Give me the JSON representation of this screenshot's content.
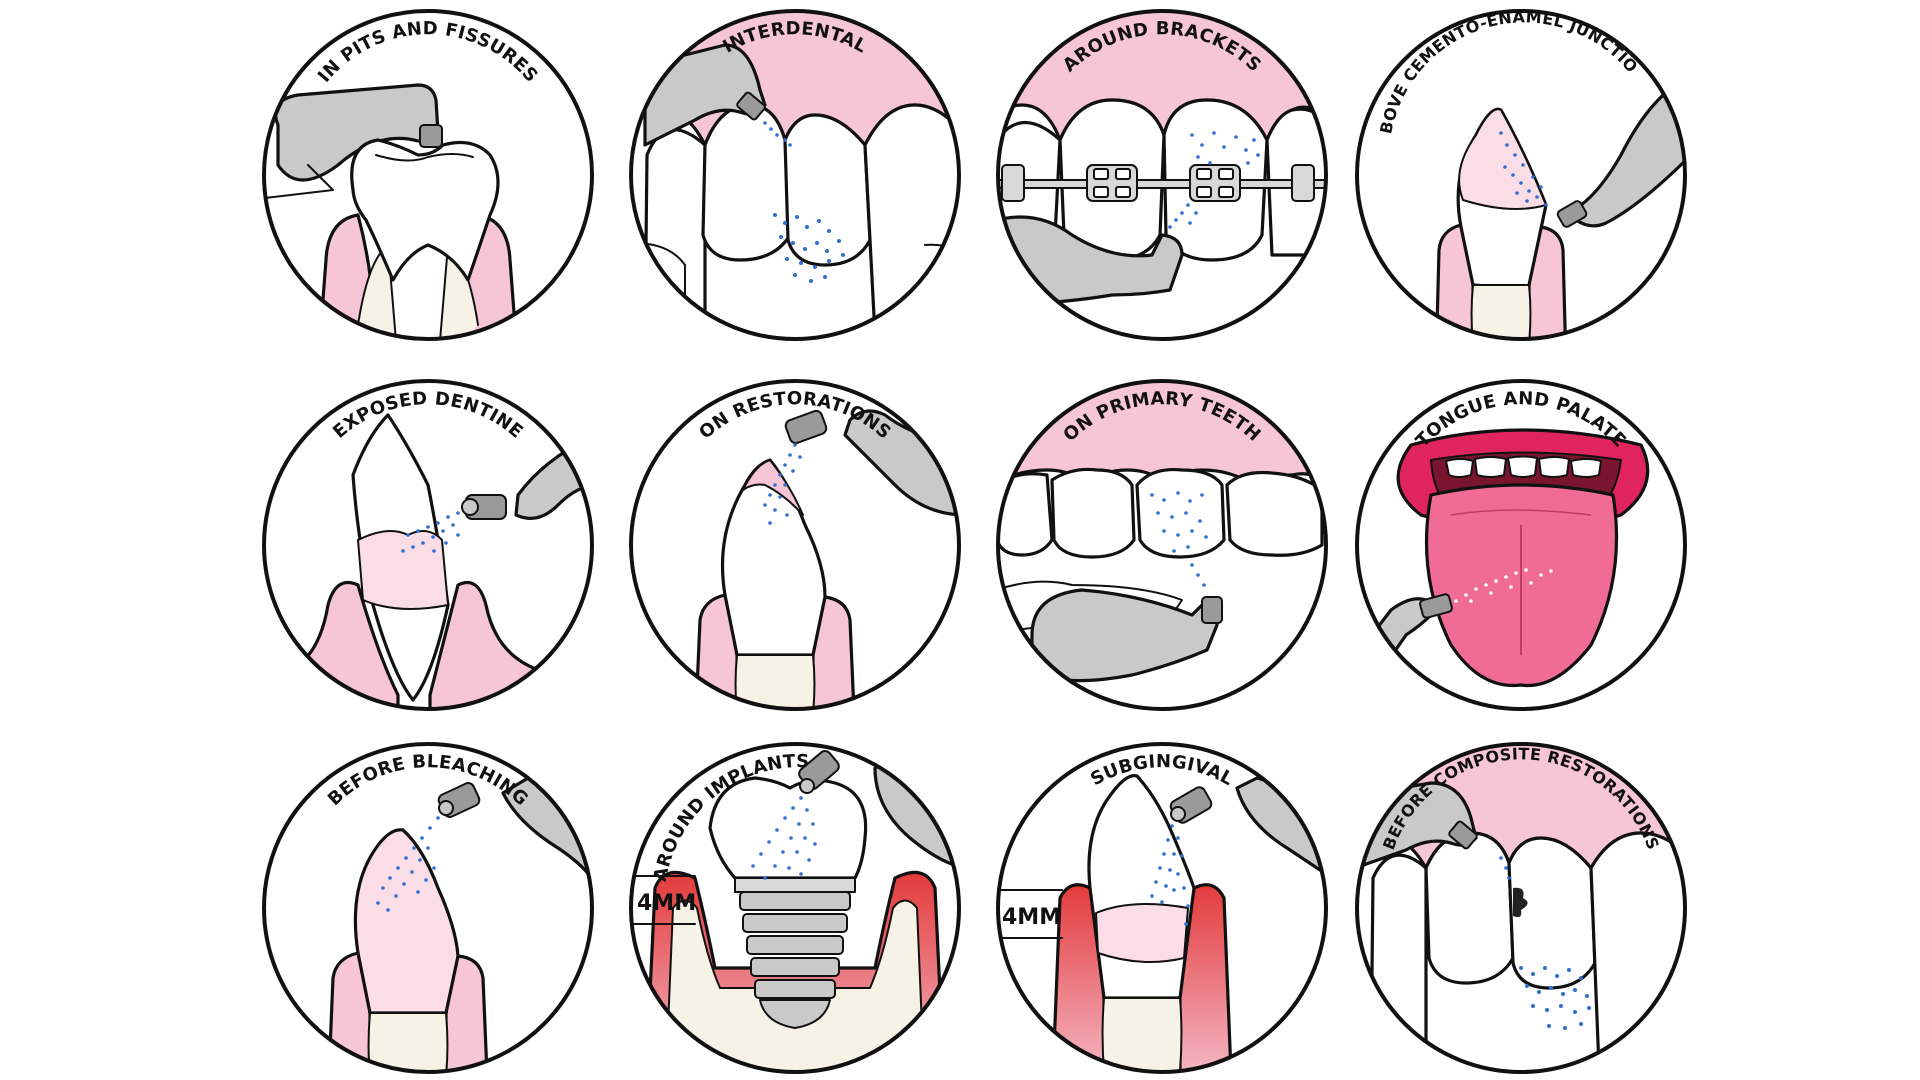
{
  "colors": {
    "gum": "#f7c6d6",
    "gum_light": "#fbdde7",
    "tool": "#c9c9c9",
    "tool_dark": "#9a9a9a",
    "spray": "#2f6fd1",
    "tooth": "#ffffff",
    "root": "#f6f3e6",
    "inflamed": "#e23b3b",
    "lip": "#e0245e",
    "tongue": "#f06b95"
  },
  "panels": [
    {
      "label": "IN PITS AND FISSURES"
    },
    {
      "label": "INTERDENTAL"
    },
    {
      "label": "AROUND BRACKETS"
    },
    {
      "label": "ABOVE CEMENTO-ENAMEL JUNCTION"
    },
    {
      "label": "EXPOSED DENTINE"
    },
    {
      "label": "ON RESTORATIONS"
    },
    {
      "label": "ON PRIMARY TEETH"
    },
    {
      "label": "TONGUE AND PALATE"
    },
    {
      "label": "BEFORE BLEACHING"
    },
    {
      "label": "AROUND IMPLANTS",
      "depth_label": "4MM"
    },
    {
      "label": "SUBGINGIVAL",
      "depth_label": "4MM"
    },
    {
      "label": "BEFORE COMPOSITE RESTORATIONS"
    }
  ]
}
